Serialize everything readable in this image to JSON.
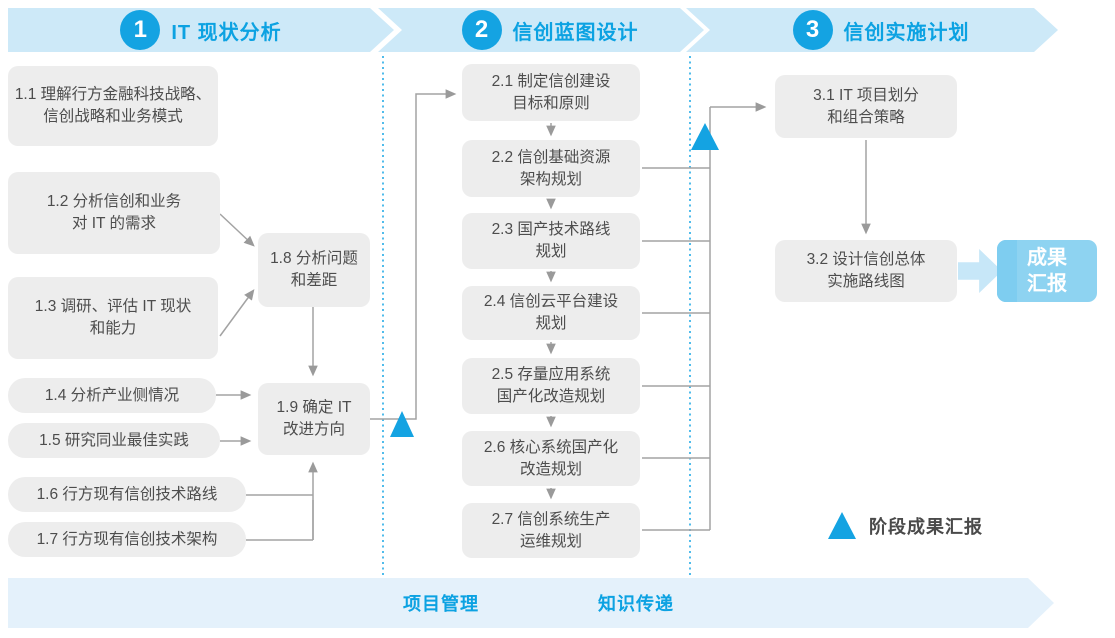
{
  "phases": [
    {
      "number": "1",
      "title": "IT 现状分析"
    },
    {
      "number": "2",
      "title": "信创蓝图设计"
    },
    {
      "number": "3",
      "title": "信创实施计划"
    }
  ],
  "boxes": {
    "b11": "1.1 理解行方金融科技战略、\n信创战略和业务模式",
    "b12": "1.2 分析信创和业务\n对 IT 的需求",
    "b13": "1.3 调研、评估 IT 现状\n和能力",
    "b14": "1.4 分析产业侧情况",
    "b15": "1.5 研究同业最佳实践",
    "b16": "1.6 行方现有信创技术路线",
    "b17": "1.7 行方现有信创技术架构",
    "b18": "1.8 分析问题\n和差距",
    "b19": "1.9 确定 IT\n改进方向",
    "b21": "2.1 制定信创建设\n目标和原则",
    "b22": "2.2 信创基础资源\n架构规划",
    "b23": "2.3 国产技术路线\n规划",
    "b24": "2.4 信创云平台建设\n规划",
    "b25": "2.5 存量应用系统\n国产化改造规划",
    "b26": "2.6 核心系统国产化\n改造规划",
    "b27": "2.7 信创系统生产\n运维规划",
    "b31": "3.1 IT 项目划分\n和组合策略",
    "b32": "3.2 设计信创总体\n实施路线图"
  },
  "result_box": {
    "label": "成果\n汇报"
  },
  "legend": {
    "label": "阶段成果汇报"
  },
  "footer": {
    "items": [
      "项目管理",
      "知识传递"
    ]
  },
  "colors": {
    "accent_blue": "#14a3e2",
    "band_blue": "#cde9f8",
    "footer_band_blue": "#e4f1fb",
    "box_gray": "#ededed",
    "text_gray": "#4d4d4d",
    "connector_gray": "#9a9a9a",
    "dotted_divider_blue": "#3cb4e9",
    "result_box_blue": "#8ed3f1"
  }
}
